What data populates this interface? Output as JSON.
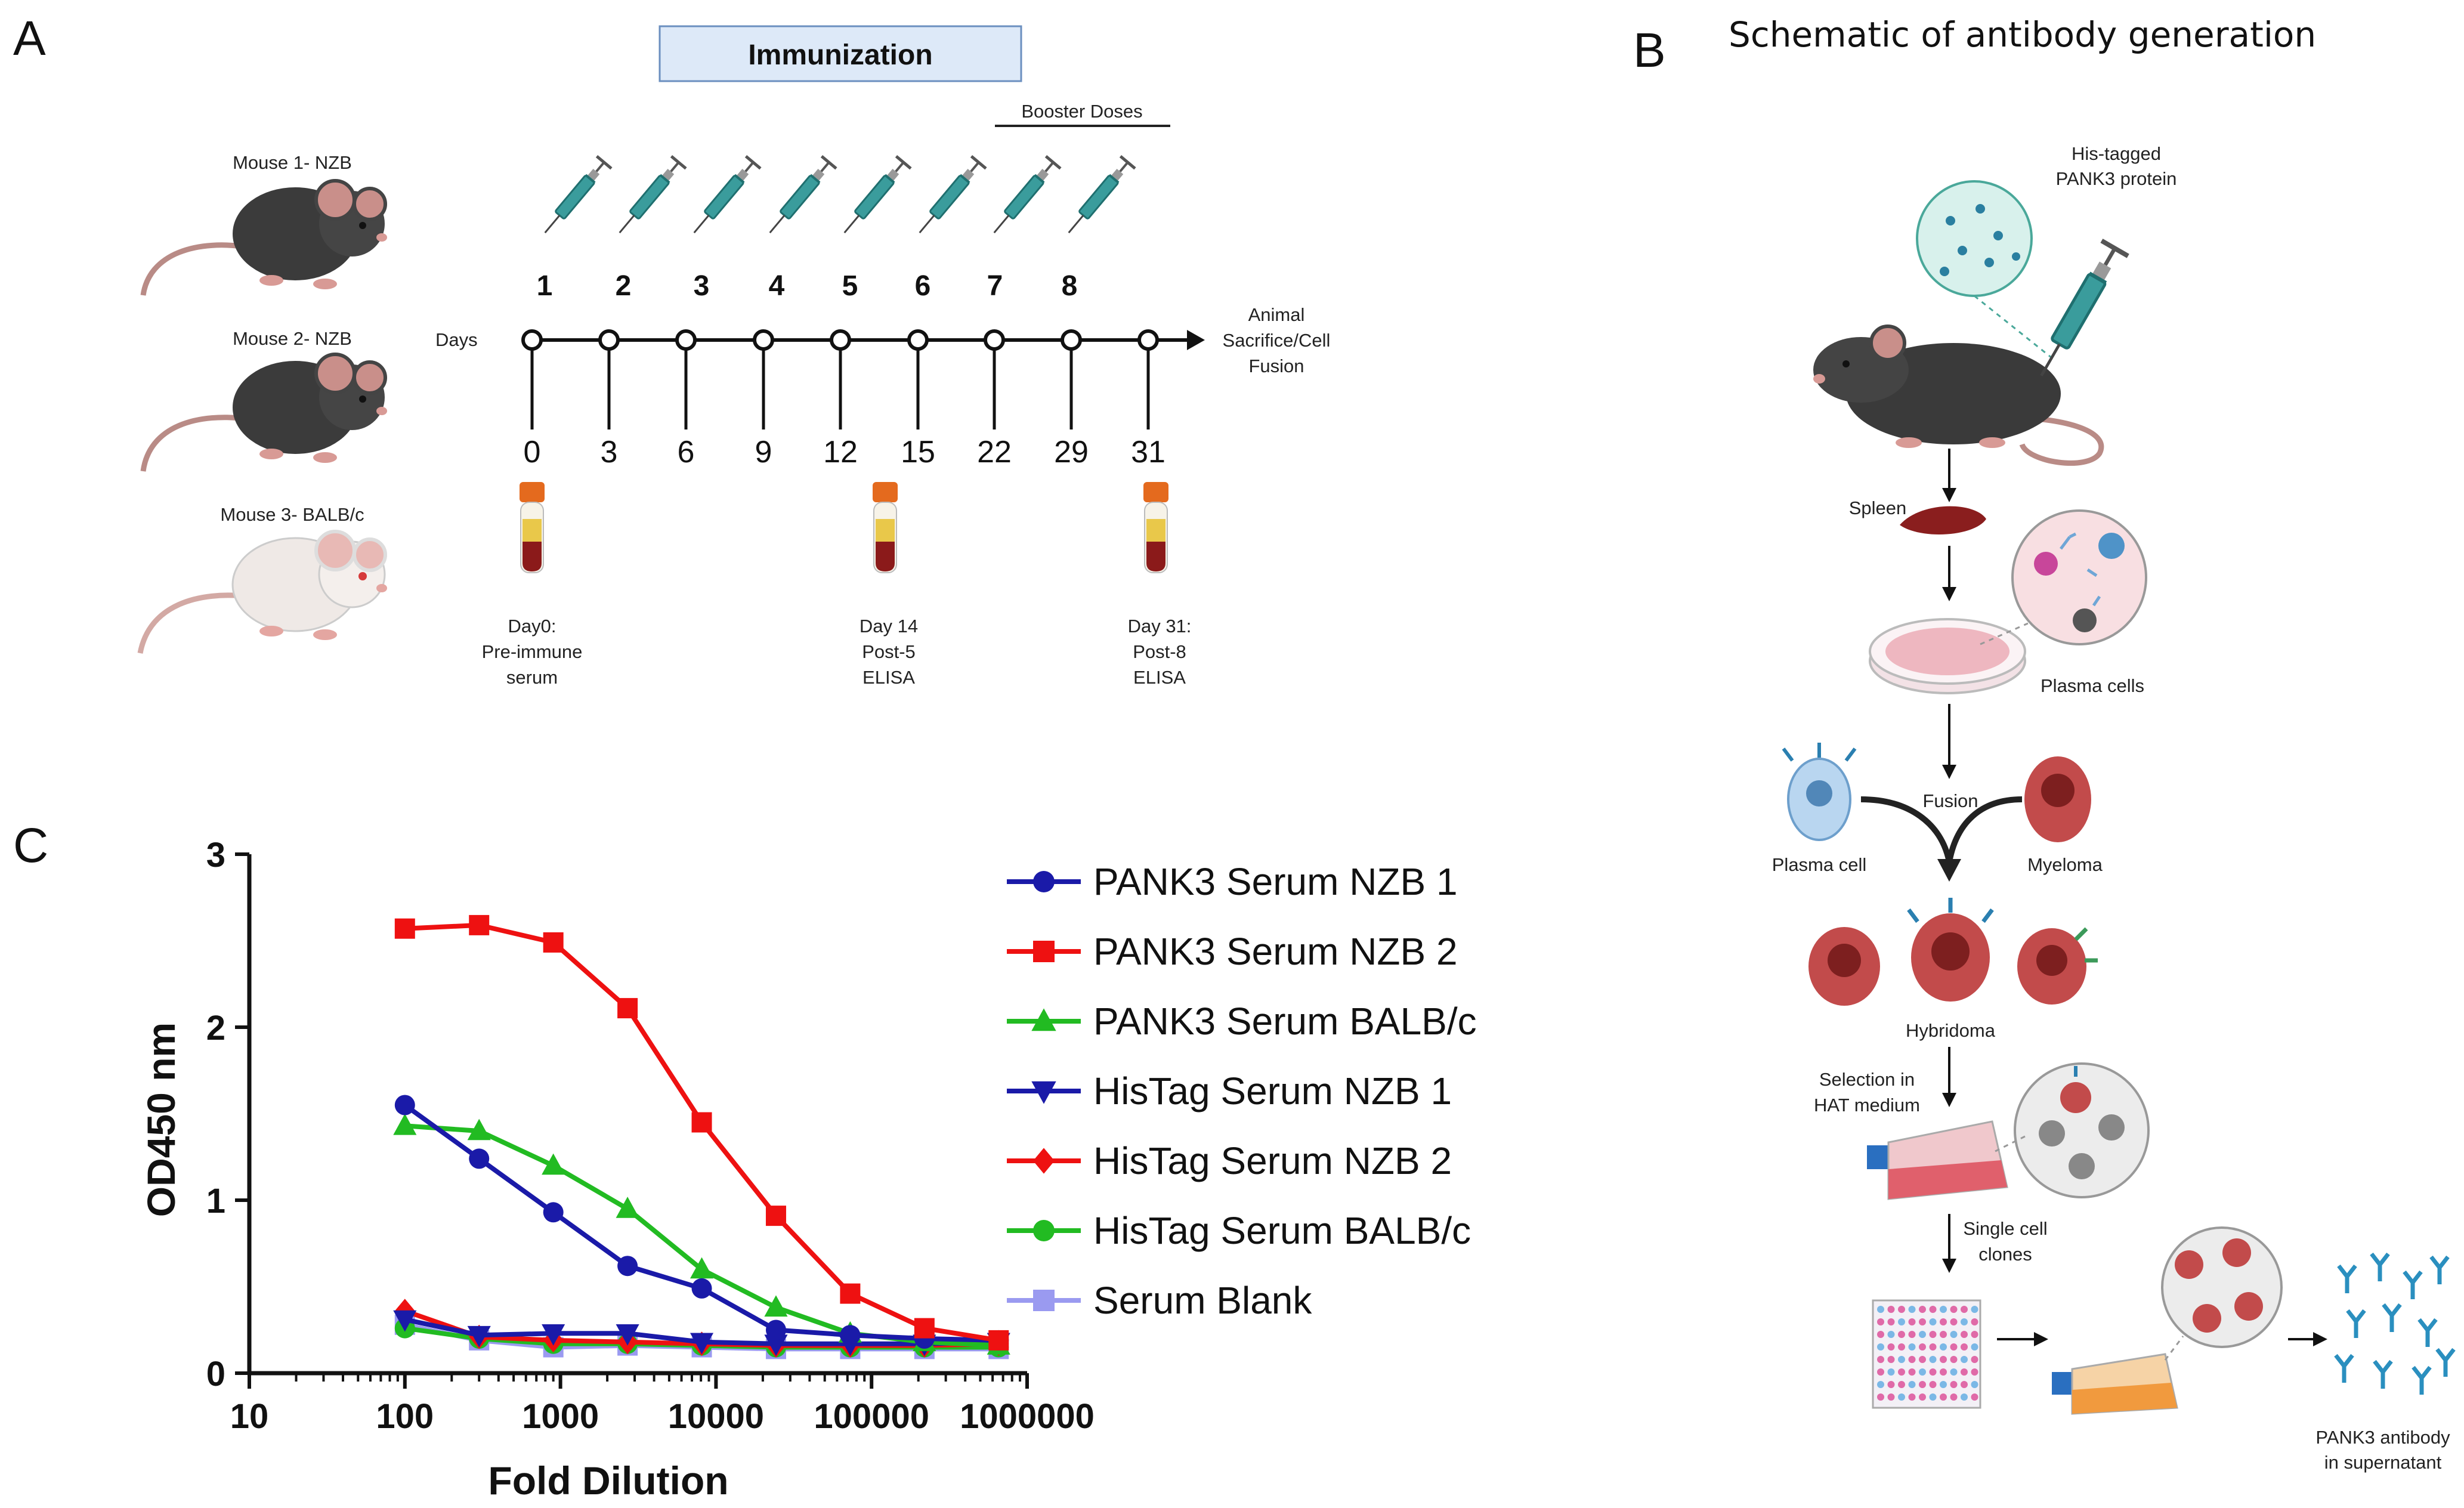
{
  "panel_a": {
    "letter": "A",
    "immunization_label": "Immunization",
    "booster_label": "Booster Doses",
    "days_label": "Days",
    "mice": [
      "Mouse 1- NZB",
      "Mouse 2- NZB",
      "Mouse 3- BALB/c"
    ],
    "dose_numbers": [
      "1",
      "2",
      "3",
      "4",
      "5",
      "6",
      "7",
      "8"
    ],
    "day_values": [
      "0",
      "3",
      "6",
      "9",
      "12",
      "15",
      "22",
      "29",
      "31"
    ],
    "end_label": [
      "Animal",
      "Sacrifice/Cell",
      "Fusion"
    ],
    "bleeds": [
      {
        "lines": [
          "Day0:",
          "Pre-immune",
          "serum"
        ]
      },
      {
        "lines": [
          "Day 14",
          "Post-5",
          "ELISA"
        ]
      },
      {
        "lines": [
          "Day 31:",
          "Post-8",
          "ELISA"
        ]
      }
    ]
  },
  "panel_b": {
    "letter": "B",
    "title": "Schematic of antibody generation",
    "protein_label": [
      "His-tagged",
      "PANK3 protein"
    ],
    "spleen_label": "Spleen",
    "plasma_cells_label": "Plasma cells",
    "fusion_label": "Fusion",
    "plasma_cell_label": "Plasma cell",
    "myeloma_label": "Myeloma",
    "hybridoma_label": "Hybridoma",
    "selection_label": [
      "Selection in",
      "HAT medium"
    ],
    "clones_label": [
      "Single cell",
      "clones"
    ],
    "antibody_label": [
      "PANK3 antibody",
      "in supernatant"
    ]
  },
  "panel_c": {
    "letter": "C"
  },
  "colors": {
    "nzb1": "#1a1aa8",
    "nzb2": "#ee1111",
    "balbc": "#22bb22",
    "blank": "#9a9af0",
    "immunization_fill": "#dde9f8",
    "syringe": "#2f8f8f"
  },
  "chart_data": {
    "type": "line",
    "xlabel": "Fold Dilution",
    "ylabel": "OD450 nm",
    "xscale": "log",
    "xlim": [
      10,
      1000000
    ],
    "ylim": [
      0,
      3
    ],
    "xticks": [
      "10",
      "100",
      "1000",
      "10000",
      "100000",
      "1000000"
    ],
    "yticks": [
      "0",
      "1",
      "2",
      "3"
    ],
    "legend_position": "right",
    "x": [
      100,
      300,
      900,
      2700,
      8100,
      24300,
      72900,
      218700,
      656100
    ],
    "series": [
      {
        "name": "PANK3 Serum NZB 1",
        "color": "#1a1aa8",
        "marker": "circle",
        "values": [
          1.55,
          1.24,
          0.93,
          0.62,
          0.49,
          0.25,
          0.22,
          0.2,
          0.19
        ]
      },
      {
        "name": "PANK3 Serum NZB 2",
        "color": "#ee1111",
        "marker": "square",
        "values": [
          2.57,
          2.59,
          2.49,
          2.11,
          1.45,
          0.91,
          0.46,
          0.26,
          0.19
        ]
      },
      {
        "name": "PANK3 Serum BALB/c",
        "color": "#22bb22",
        "marker": "triangle-up",
        "values": [
          1.43,
          1.4,
          1.2,
          0.95,
          0.6,
          0.38,
          0.23,
          0.18,
          0.16
        ]
      },
      {
        "name": "HisTag Serum NZB 1",
        "color": "#1a1aa8",
        "marker": "triangle-down",
        "values": [
          0.31,
          0.22,
          0.23,
          0.23,
          0.18,
          0.17,
          0.17,
          0.17,
          0.18
        ]
      },
      {
        "name": "HisTag Serum NZB 2",
        "color": "#ee1111",
        "marker": "diamond",
        "values": [
          0.36,
          0.21,
          0.19,
          0.18,
          0.17,
          0.16,
          0.16,
          0.16,
          0.17
        ]
      },
      {
        "name": "HisTag Serum BALB/c",
        "color": "#22bb22",
        "marker": "circle",
        "values": [
          0.26,
          0.2,
          0.17,
          0.17,
          0.16,
          0.15,
          0.15,
          0.15,
          0.15
        ]
      },
      {
        "name": "Serum Blank",
        "color": "#9a9af0",
        "marker": "square",
        "values": [
          0.28,
          0.19,
          0.15,
          0.16,
          0.15,
          0.14,
          0.14,
          0.14,
          0.14
        ]
      }
    ]
  }
}
